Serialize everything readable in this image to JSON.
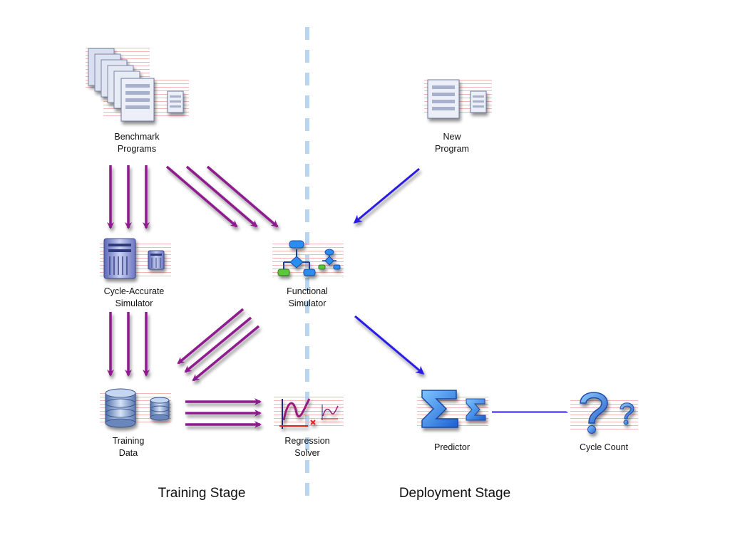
{
  "nodes": {
    "benchmark": {
      "line1": "Benchmark",
      "line2": "Programs"
    },
    "new_program": {
      "line1": "New",
      "line2": "Program"
    },
    "cycle_sim": {
      "line1": "Cycle-Accurate",
      "line2": "Simulator"
    },
    "func_sim": {
      "line1": "Functional",
      "line2": "Simulator"
    },
    "training_data": {
      "line1": "Training",
      "line2": "Data"
    },
    "regression": {
      "line1": "Regression",
      "line2": "Solver"
    },
    "predictor": {
      "label": "Predictor"
    },
    "cycle_count": {
      "label": "Cycle Count"
    }
  },
  "stages": {
    "training": "Training Stage",
    "deployment": "Deployment Stage"
  },
  "colors": {
    "training_arrow": "#8e1a8e",
    "deployment_arrow": "#2a1ee6",
    "divider": "#b9d6ef"
  },
  "icons": {
    "benchmark": "document-stack-icon",
    "new_program": "document-icon",
    "cycle_sim": "server-icon",
    "func_sim": "flowchart-icon",
    "training_data": "database-icon",
    "regression": "graph-icon",
    "predictor": "sigma-icon",
    "cycle_count": "question-mark-icon"
  }
}
